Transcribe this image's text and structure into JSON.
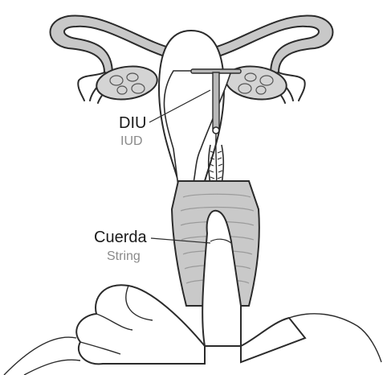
{
  "labels": {
    "iud_es": "DIU",
    "iud_en": "IUD",
    "string_es": "Cuerda",
    "string_en": "String"
  },
  "colors": {
    "outline": "#2b2b2b",
    "tissue_fill": "#ffffff",
    "tube_fill": "#c8c8c8",
    "ovary_fill": "#d4d4d4",
    "canal_fill": "#b9b9b9",
    "vaginal_rugae": "#9a9a9a",
    "label_primary": "#1a1a1a",
    "label_secondary": "#8a8a8a"
  }
}
